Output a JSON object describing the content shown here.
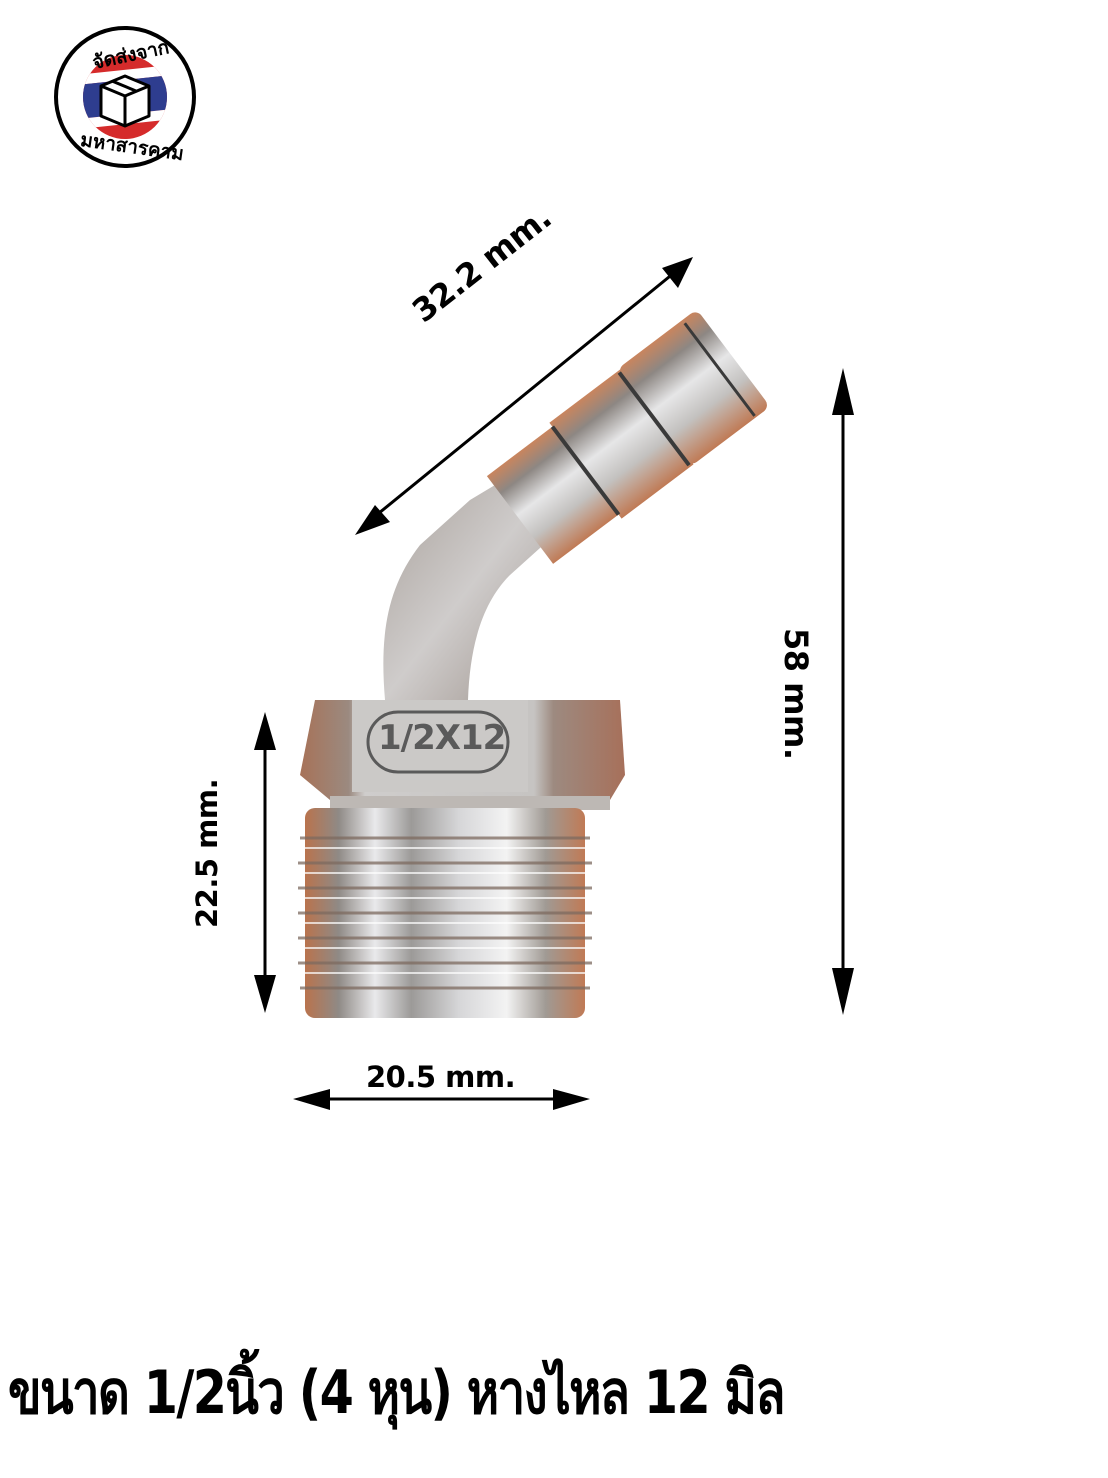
{
  "badge": {
    "top_text": "จัดส่งจาก",
    "bottom_text": "มหาสารคาม",
    "icon": "package-box-icon",
    "flag_colors": [
      "#d52b2b",
      "#ffffff",
      "#2e3d8f"
    ]
  },
  "product": {
    "name": "45-degree hose barb fitting, male thread",
    "engraved_code": "1/2X12",
    "material_color": "#b8b4ae",
    "edge_tint": "#c47a52"
  },
  "dimensions": {
    "barb_length": "32.2 mm.",
    "total_height": "58 mm.",
    "thread_height": "22.5 mm.",
    "thread_width": "20.5 mm."
  },
  "caption": "ขนาด 1/2นิ้ว (4 หุน) หางไหล 12 มิล"
}
